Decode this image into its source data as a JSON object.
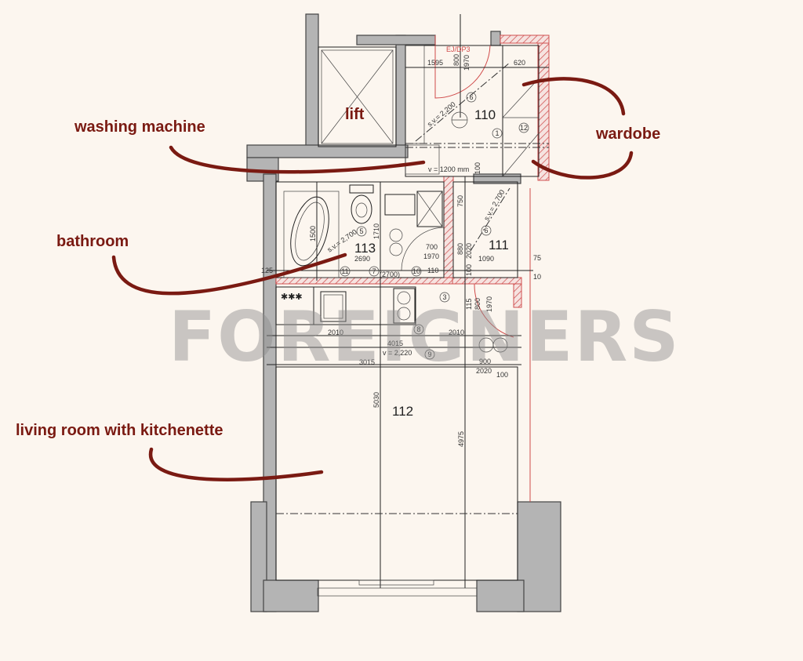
{
  "annotations": {
    "washing_machine": "washing machine",
    "wardobe": "wardobe",
    "bathroom": "bathroom",
    "living_room": "living room with kitchenette",
    "lift": "lift"
  },
  "rooms": {
    "r110": "110",
    "r111": "111",
    "r112": "112",
    "r113": "113"
  },
  "watermark": "FOREIGNERS",
  "dimensions": {
    "d1595": "1595",
    "d800a": "800",
    "d1970a": "1970",
    "d620": "620",
    "ejdp3": "EJ/DP3",
    "sv2200": "s.v.= 2,200",
    "v1200": "v = 1200 mm",
    "d100a": "100",
    "d1500": "1500",
    "sv2700a": "s.v.= 2,700",
    "d1710": "1710",
    "d2690": "2690",
    "d125": "125",
    "d2700": "(2700)",
    "d110": "110",
    "d700": "700",
    "d1970b": "1970",
    "d750": "750",
    "sv2700b": "s.v.= 2,700",
    "d880": "880",
    "d2020a": "2020",
    "d1090": "1090",
    "d100b": "100",
    "d115": "115",
    "d800b": "800",
    "d1970c": "1970",
    "d2010a": "2010",
    "d2010b": "2010",
    "d4015": "4015",
    "v2220": "v = 2,220",
    "d3015": "3015",
    "d900": "900",
    "d2020b": "2020",
    "d100c": "100",
    "d5030": "5030",
    "d4975": "4975",
    "d75": "75",
    "d10": "10"
  },
  "markers": [
    "6",
    "1",
    "12",
    "5",
    "11",
    "7",
    "10",
    "3",
    "8",
    "9",
    "6"
  ],
  "colors": {
    "annotation": "#7a1a12",
    "background": "#fcf6ef",
    "wall": "#b4b4b4",
    "red_wall": "#d04a4a"
  }
}
